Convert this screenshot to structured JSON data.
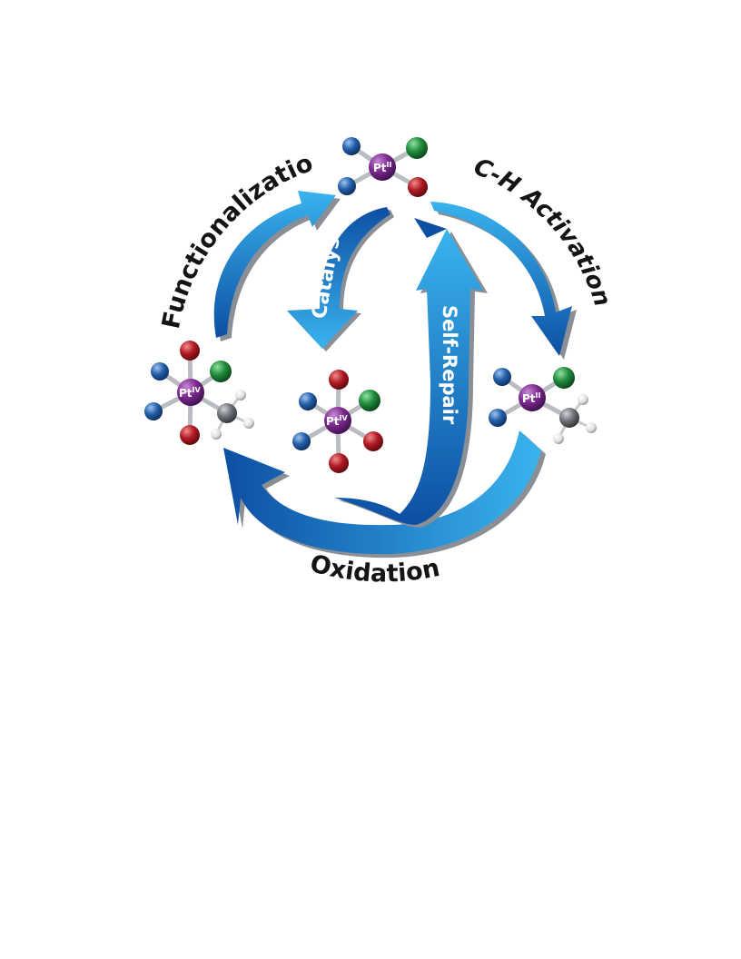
{
  "cycle": {
    "step_top_left": "Functionalization",
    "step_top_right": "C-H Activation",
    "step_bottom": "Oxidation",
    "inner_down": "Catalyst",
    "inner_up": "Self-Repair"
  },
  "complexes": {
    "top": {
      "metal": "Pt",
      "oxidation_state": "II"
    },
    "left": {
      "metal": "Pt",
      "oxidation_state": "IV"
    },
    "center": {
      "metal": "Pt",
      "oxidation_state": "IV"
    },
    "right": {
      "metal": "Pt",
      "oxidation_state": "II"
    }
  },
  "colors": {
    "arrow_dark": "#0d4fa3",
    "arrow_light": "#39b3ee",
    "arrow_shadow": "#8a8f96",
    "platinum": "#7b2a8e",
    "ligand_blue": "#245ea8",
    "ligand_green": "#1e8a3a",
    "ligand_red": "#b01a22",
    "carbon": "#6d7278",
    "hydrogen": "#e6e6e6"
  }
}
